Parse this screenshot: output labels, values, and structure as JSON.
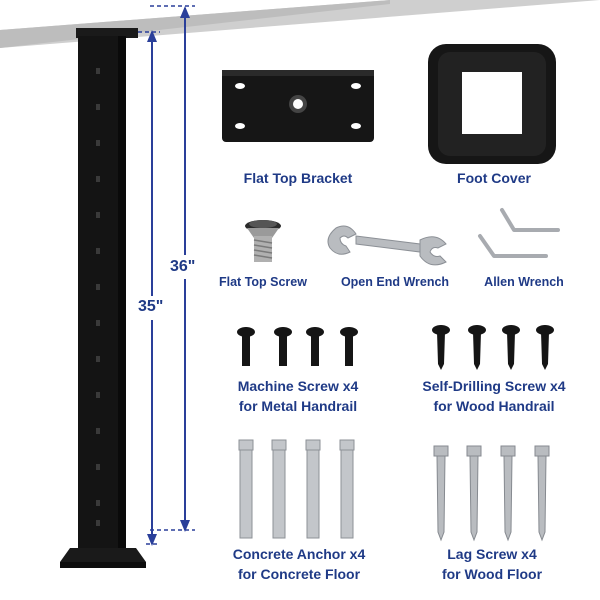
{
  "dimensions": {
    "height_overall": "36\"",
    "height_post": "35\""
  },
  "parts": {
    "flat_top_bracket": "Flat Top Bracket",
    "foot_cover": "Foot Cover",
    "flat_top_screw": "Flat Top Screw",
    "open_end_wrench": "Open End Wrench",
    "allen_wrench": "Allen Wrench",
    "machine_screw_line1": "Machine Screw x4",
    "machine_screw_line2": "for Metal Handrail",
    "self_drilling_line1": "Self-Drilling Screw x4",
    "self_drilling_line2": "for Wood Handrail",
    "concrete_anchor_line1": "Concrete Anchor x4",
    "concrete_anchor_line2": "for Concrete Floor",
    "lag_screw_line1": "Lag Screw x4",
    "lag_screw_line2": "for Wood Floor"
  },
  "colors": {
    "label": "#1f3a86",
    "dimension_line": "#2a3f9a",
    "post": "#111111",
    "handrail": "#c9c9c9"
  }
}
